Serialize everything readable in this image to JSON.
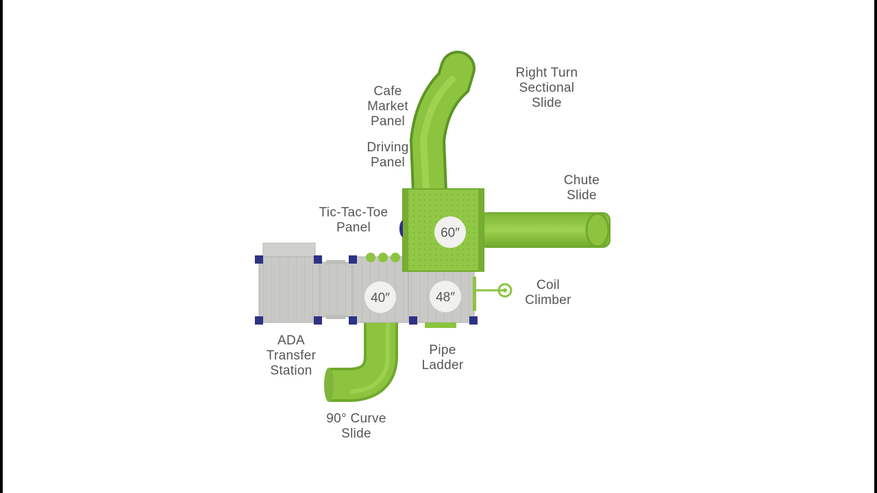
{
  "labels": {
    "right_turn": [
      "Right Turn",
      "Sectional",
      "Slide"
    ],
    "cafe": [
      "Cafe",
      "Market",
      "Panel"
    ],
    "driving": [
      "Driving",
      "Panel"
    ],
    "chute": [
      "Chute",
      "Slide"
    ],
    "tictac": [
      "Tic-Tac-Toe",
      "Panel"
    ],
    "coil": [
      "Coil",
      "Climber"
    ],
    "ada": [
      "ADA",
      "Transfer",
      "Station"
    ],
    "pipe": [
      "Pipe",
      "Ladder"
    ],
    "curve": [
      "90° Curve",
      "Slide"
    ]
  },
  "deck_heights": {
    "upper": "60″",
    "middle": "48″",
    "lower": "40″"
  },
  "colors": {
    "slide_green": "#8cc43f",
    "deck_green": "#8dc63f",
    "deck_gray": "#c9c9c6",
    "post_navy": "#2e3284",
    "label_gray": "#555555"
  }
}
